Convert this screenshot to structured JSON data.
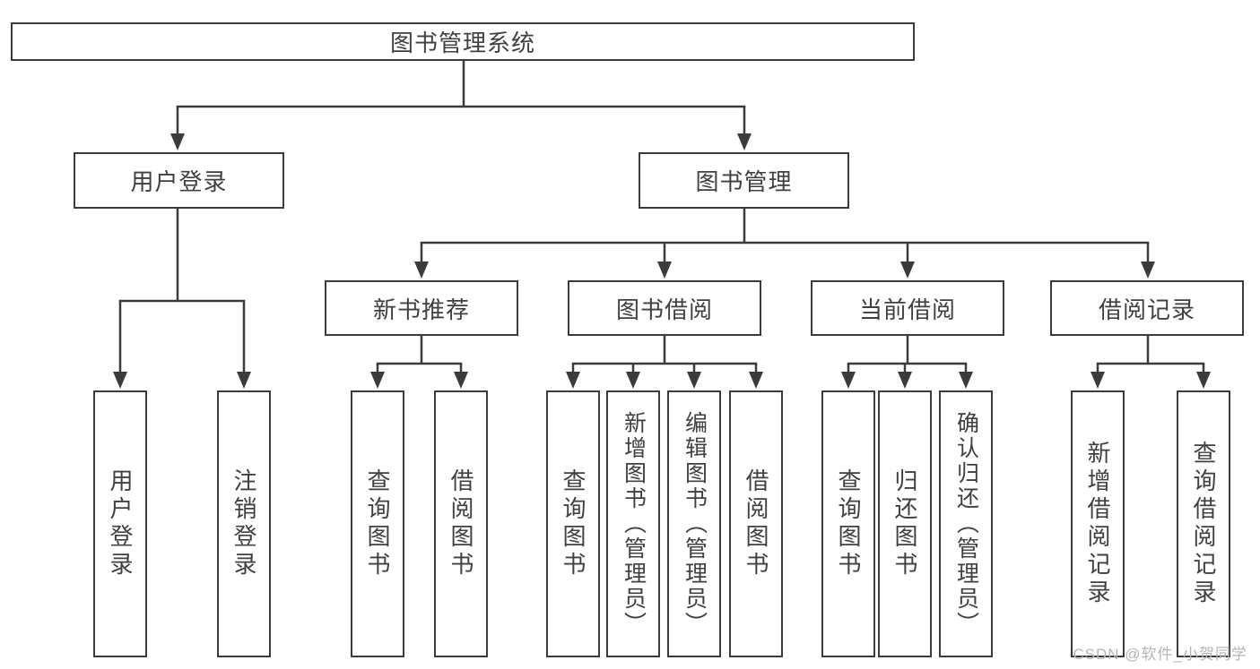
{
  "page": {
    "background": "#ffffff",
    "line_color": "#3b3b3b",
    "text_color": "#404040",
    "watermark": {
      "text": "CSDN @软件_小贺同学",
      "color": "#b5b5b5"
    }
  },
  "tree": {
    "label": "图书管理系统",
    "children": [
      {
        "label": "用户登录",
        "children": [
          {
            "label": "用户登录"
          },
          {
            "label": "注销登录"
          }
        ]
      },
      {
        "label": "图书管理",
        "children": [
          {
            "label": "新书推荐",
            "children": [
              {
                "label": "查询图书"
              },
              {
                "label": "借阅图书"
              }
            ]
          },
          {
            "label": "图书借阅",
            "children": [
              {
                "label": "查询图书"
              },
              {
                "label": "新增图书（管理员）"
              },
              {
                "label": "编辑图书（管理员）"
              },
              {
                "label": "借阅图书"
              }
            ]
          },
          {
            "label": "当前借阅",
            "children": [
              {
                "label": "查询图书"
              },
              {
                "label": "归还图书"
              },
              {
                "label": "确认归还（管理员）"
              }
            ]
          },
          {
            "label": "借阅记录",
            "children": [
              {
                "label": "新增借阅记录"
              },
              {
                "label": "查询借阅记录"
              }
            ]
          }
        ]
      }
    ]
  }
}
